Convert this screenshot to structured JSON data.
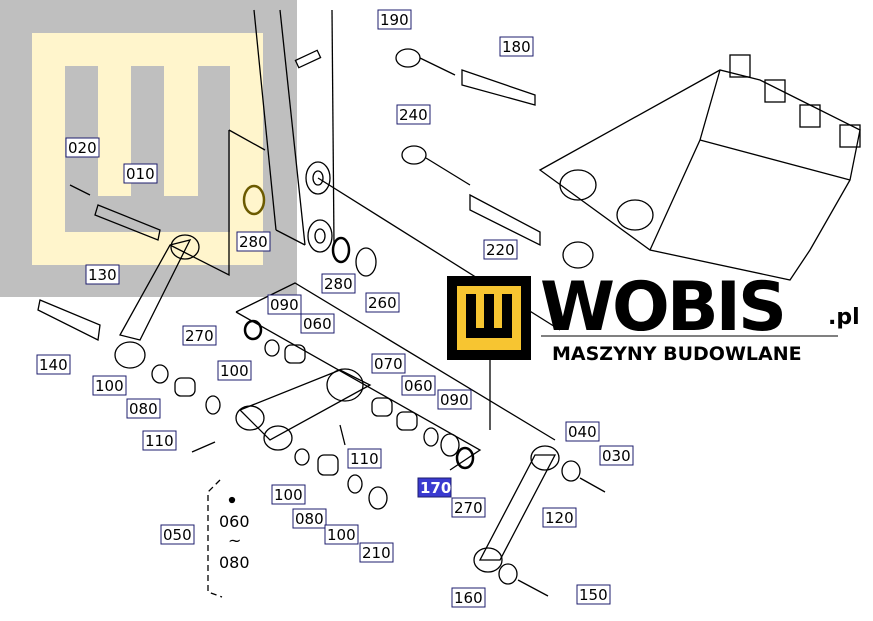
{
  "labels": [
    "190",
    "180",
    "240",
    "020",
    "010",
    "280",
    "220",
    "280",
    "260",
    "130",
    "270",
    "090",
    "060",
    "140",
    "070",
    "100",
    "100",
    "060",
    "080",
    "090",
    "110",
    "110",
    "040",
    "030",
    "170",
    "270",
    "100",
    "080",
    "120",
    "050",
    "100",
    "210",
    "160",
    "150"
  ],
  "range_note": {
    "from": "060",
    "sep": "~",
    "to": "080"
  },
  "logo": {
    "word": "WOBIS",
    "tld": ".pl",
    "subtitle": "MASZYNY BUDOWLANE"
  },
  "colors": {
    "highlight": "#3a3ad0",
    "label_border": "#1c1c6e",
    "logo_yellow": "#f7c531",
    "watermark_gray": "#bfbfbf",
    "watermark_yellow": "#fff5cc"
  }
}
